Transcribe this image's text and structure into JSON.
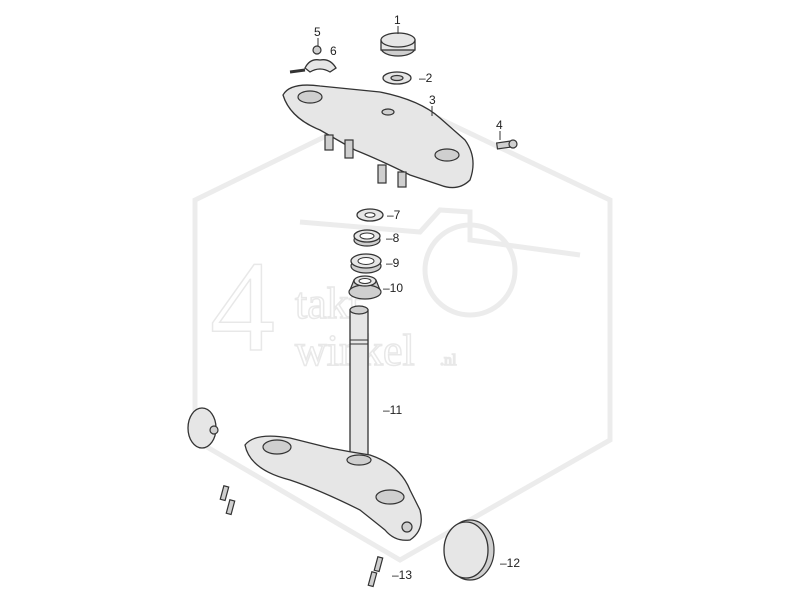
{
  "watermark": {
    "big": "4",
    "line1": "takt",
    "line2": "winkel",
    "suffix": ".nl"
  },
  "callouts": [
    {
      "id": "1",
      "text": "1"
    },
    {
      "id": "2",
      "text": "–2"
    },
    {
      "id": "3",
      "text": "3"
    },
    {
      "id": "4",
      "text": "4"
    },
    {
      "id": "5",
      "text": "5"
    },
    {
      "id": "6",
      "text": "6"
    },
    {
      "id": "7",
      "text": "–7"
    },
    {
      "id": "8",
      "text": "–8"
    },
    {
      "id": "9",
      "text": "–9"
    },
    {
      "id": "10",
      "text": "–10"
    },
    {
      "id": "11",
      "text": "–11"
    },
    {
      "id": "12",
      "text": "–12"
    },
    {
      "id": "13",
      "text": "–13"
    }
  ]
}
